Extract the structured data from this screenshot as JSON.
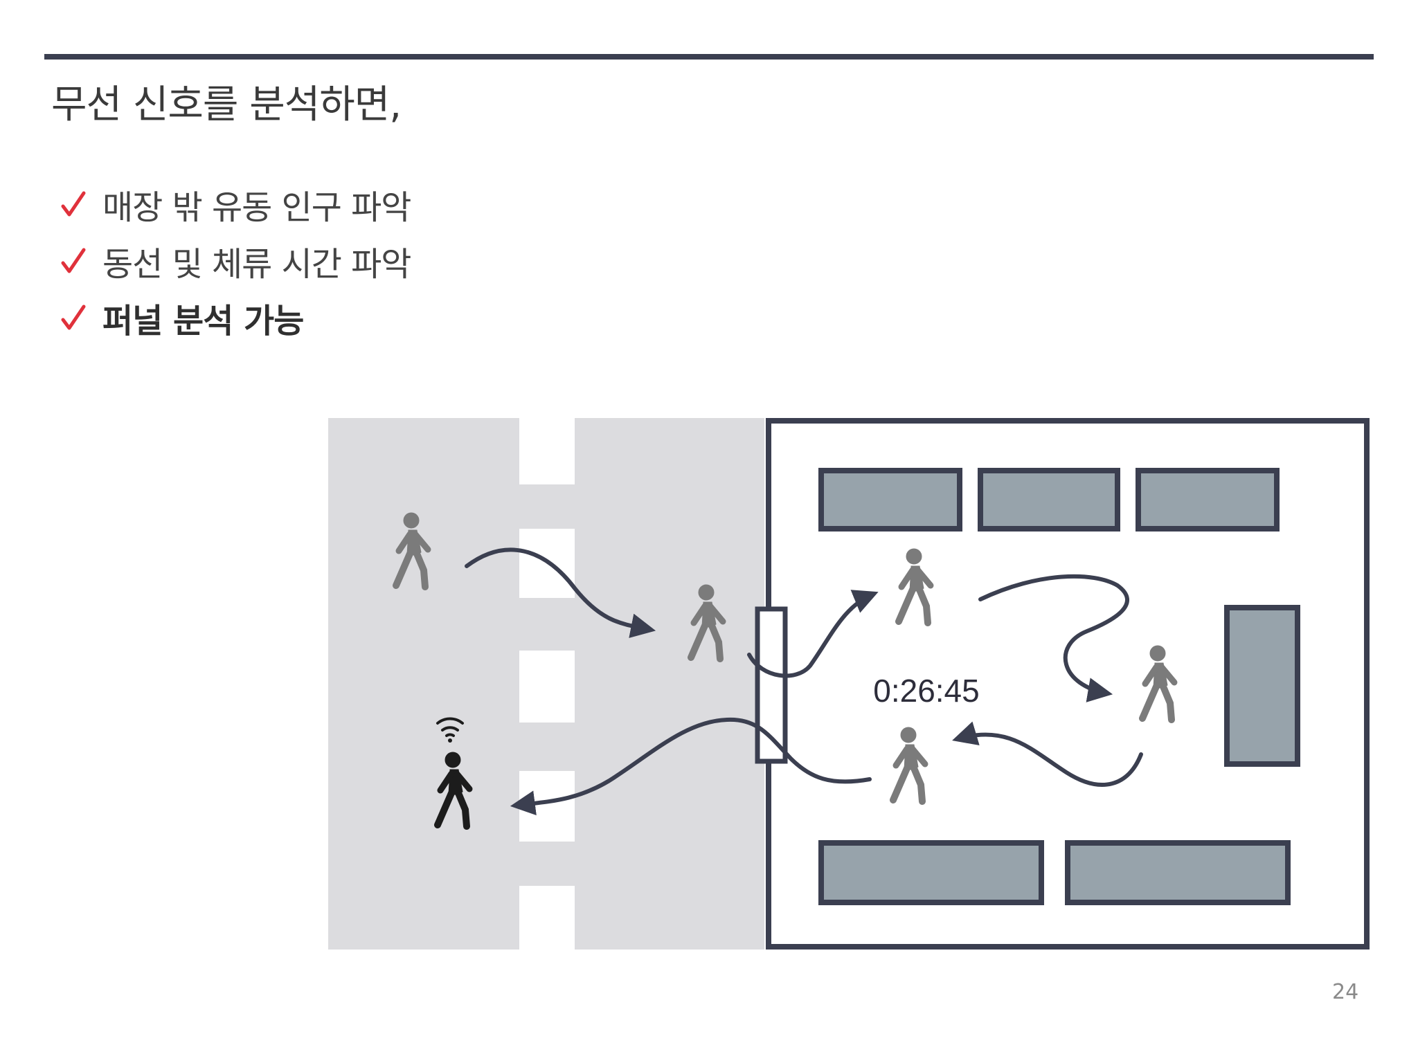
{
  "slide": {
    "title": "무선 신호를 분석하면,",
    "bullets": [
      {
        "text": "매장 밖 유동 인구 파악",
        "emphasis": false
      },
      {
        "text": "동선 및 체류 시간 파악",
        "emphasis": false
      },
      {
        "text": "퍼널 분석 가능",
        "emphasis": true
      }
    ],
    "page_number": "24"
  },
  "diagram": {
    "dwell_time_label": "0:26:45"
  },
  "colors": {
    "rule": "#3b3f50",
    "check": "#e0313b",
    "street": "#dcdcdf",
    "shelf": "#97a3ab",
    "store_border": "#3b3f50",
    "person_gray": "#7b7b7b",
    "person_active": "#1c1c1c",
    "arrow": "#3b3f50"
  },
  "icons": {
    "check": "check-icon",
    "person": "walking-person-icon",
    "wifi": "wifi-icon",
    "arrow": "arrow-path"
  }
}
